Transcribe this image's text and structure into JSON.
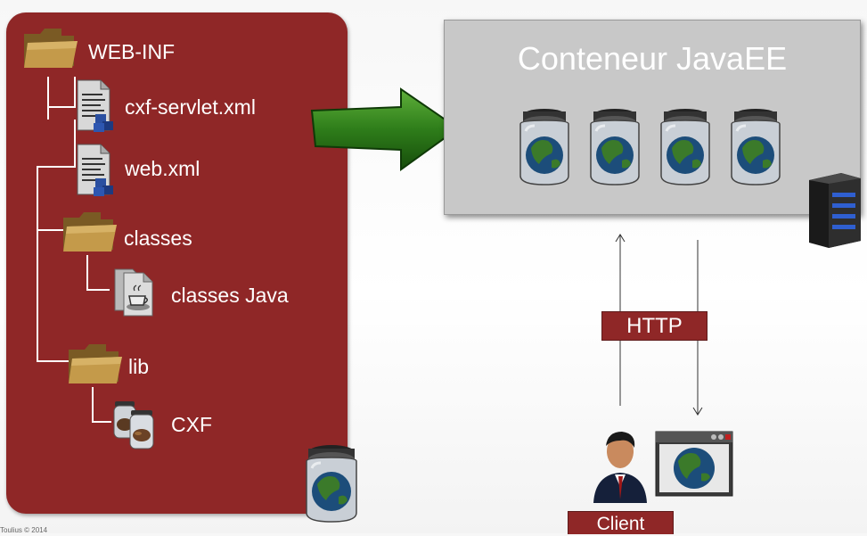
{
  "tree": {
    "root": "WEB-INF",
    "items": [
      {
        "label": "cxf-servlet.xml",
        "icon": "xml-document-icon"
      },
      {
        "label": "web.xml",
        "icon": "xml-document-icon"
      },
      {
        "label": "classes",
        "icon": "folder-icon"
      },
      {
        "label": "classes Java",
        "icon": "java-class-icon"
      },
      {
        "label": "lib",
        "icon": "folder-icon"
      },
      {
        "label": "CXF",
        "icon": "jar-library-icon"
      }
    ]
  },
  "container": {
    "title": "Conteneur JavaEE",
    "apps": [
      "web-app-jar-icon",
      "web-app-jar-icon",
      "web-app-jar-icon",
      "web-app-jar-icon"
    ]
  },
  "protocol": {
    "label": "HTTP"
  },
  "client": {
    "label": "Client"
  },
  "footer": {
    "text": "Toulius © 2014"
  },
  "colors": {
    "panel": "#8f2727",
    "arrow": "#2e7d1a",
    "box": "#c8c8c8"
  }
}
